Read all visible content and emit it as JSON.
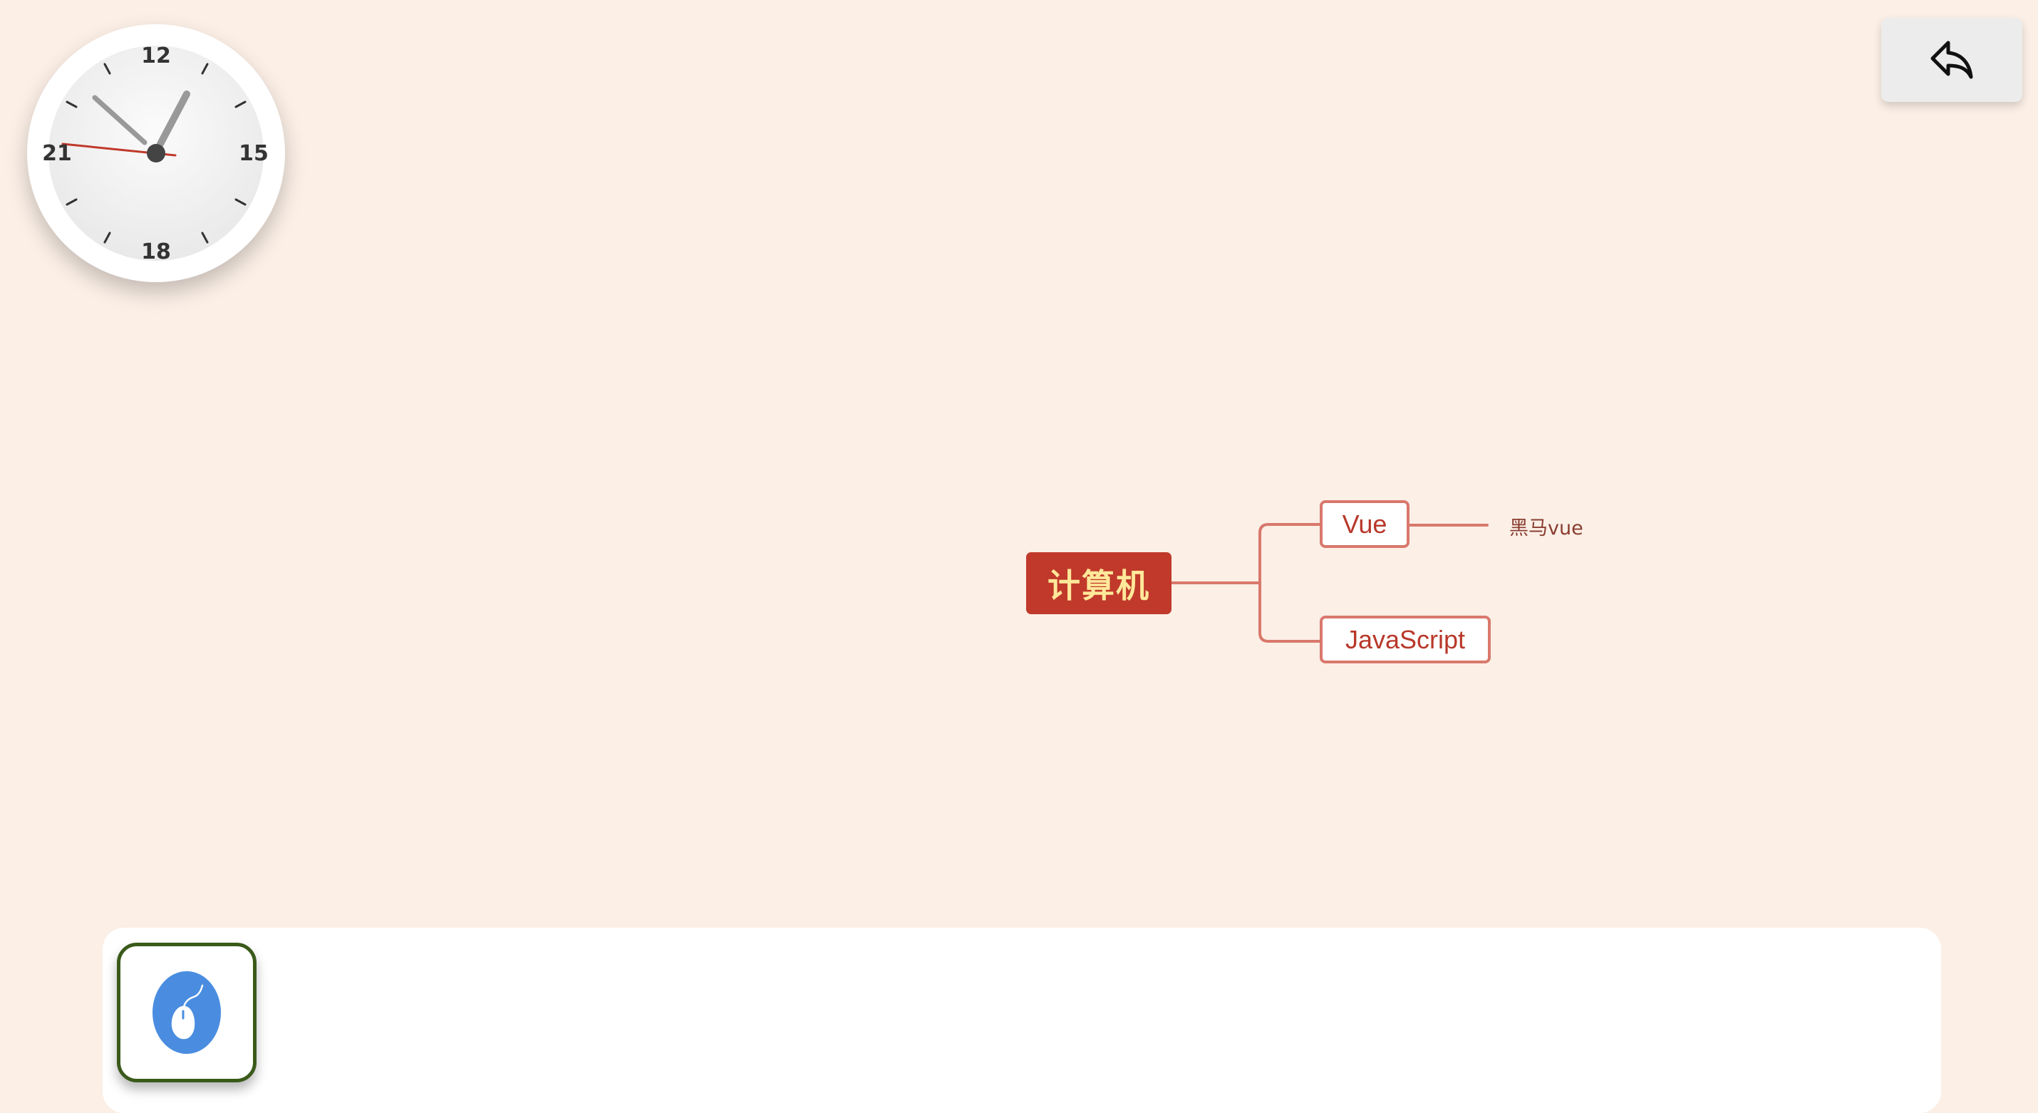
{
  "clock": {
    "numbers": {
      "top": "12",
      "right": "15",
      "bottom": "18",
      "left": "21"
    },
    "colors": {
      "face": "#f2f2f2",
      "hands": "#999999",
      "second_hand": "#c0392b",
      "ticks": "#333333"
    }
  },
  "toolbar": {
    "undo_icon": "undo-arrow-icon"
  },
  "mindmap": {
    "root": "计算机",
    "children": [
      {
        "label": "Vue",
        "children": [
          {
            "label": "黑马vue"
          }
        ]
      },
      {
        "label": "JavaScript"
      }
    ],
    "colors": {
      "root_bg": "#c0392b",
      "root_text": "#ffe89a",
      "node_border": "#d9786c",
      "connector": "#d9786c",
      "canvas_bg": "#fbefe6"
    }
  },
  "bottom_toolbar": {
    "tool_icon": "mouse-icon",
    "accent": "#4a8de0"
  }
}
